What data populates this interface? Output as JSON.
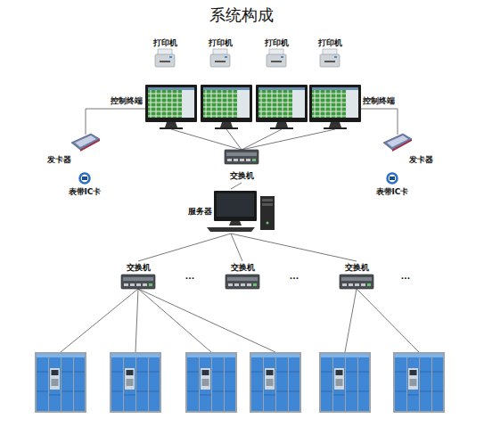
{
  "diagram": {
    "title": "系统构成",
    "nodes": [
      {
        "text": [
          "打印机"
        ]
      },
      {
        "text": [
          "打印机"
        ]
      },
      {
        "text": [
          "打印机"
        ]
      },
      {
        "text": [
          "打印机"
        ]
      },
      {
        "text": [
          "发卡器"
        ]
      },
      {
        "text": [
          "交换机"
        ]
      },
      {
        "text": [
          "发卡器"
        ]
      },
      {
        "text": [
          "表带IC卡"
        ]
      },
      {
        "text": [
          "表带IC卡"
        ]
      },
      {
        "text": [
          "服务器"
        ]
      },
      {
        "text": [
          "交换机"
        ]
      },
      {
        "text": [
          "交换机"
        ]
      },
      {
        "text": [
          "交换机"
        ]
      }
    ],
    "edges": [
      {
        "from": 5,
        "to": 9,
        "arrow": "none"
      },
      {
        "from": 9,
        "to": 10,
        "arrow": "none"
      },
      {
        "from": 9,
        "to": 11,
        "arrow": "none"
      },
      {
        "from": 9,
        "to": 12,
        "arrow": "none"
      }
    ],
    "labels": [
      "控制终端",
      "控制终端",
      "···",
      "···",
      "···"
    ]
  }
}
